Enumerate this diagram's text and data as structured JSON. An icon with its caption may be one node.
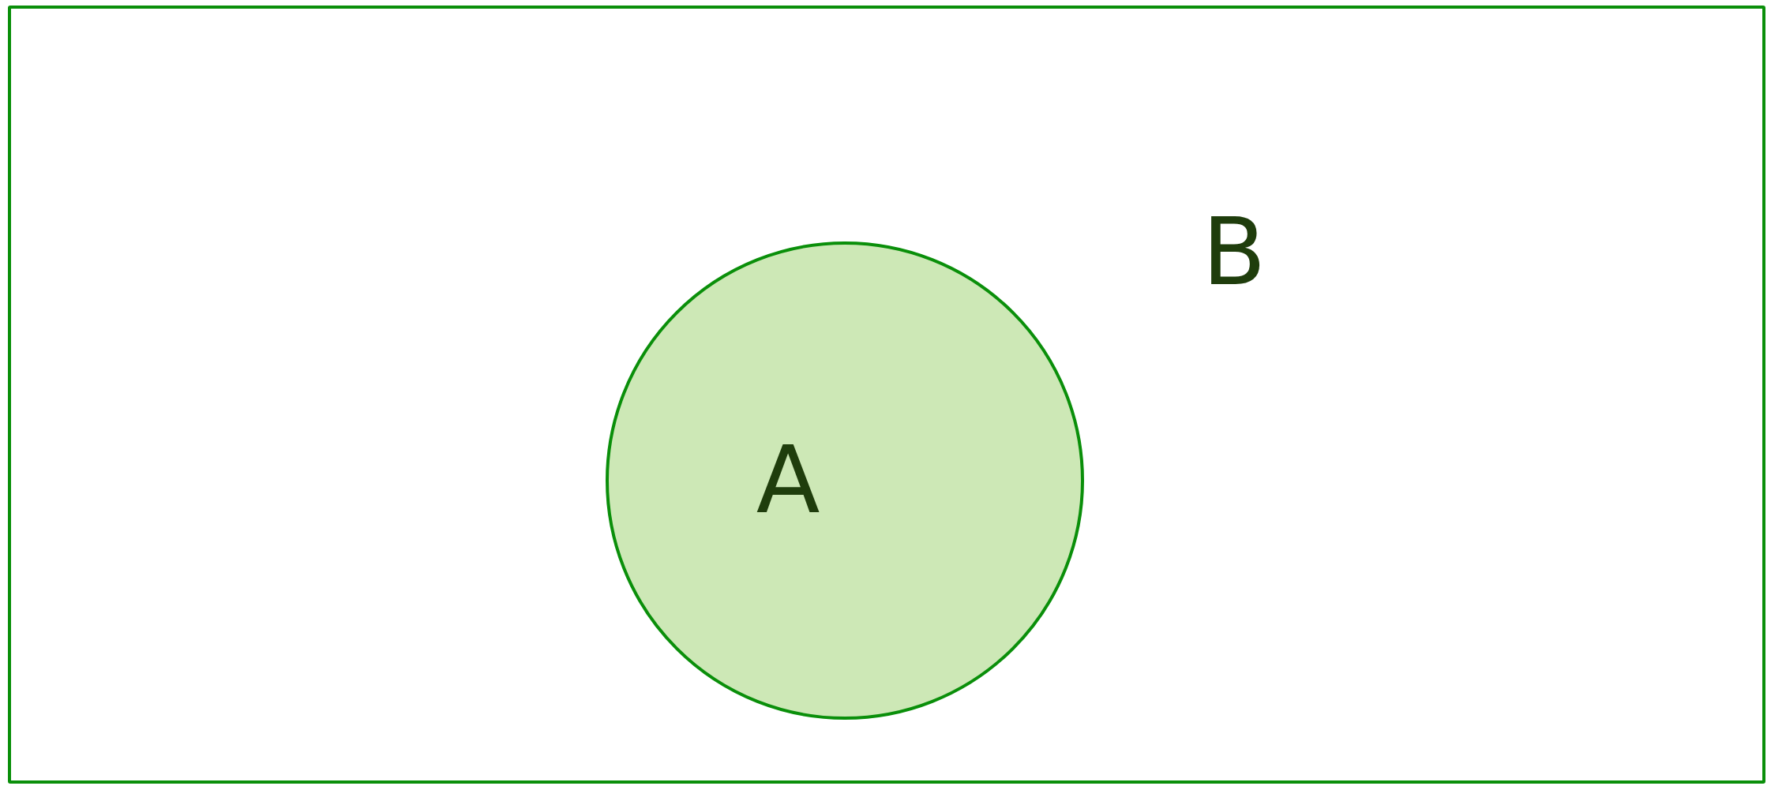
{
  "diagram": {
    "nodes": [
      {
        "text": [
          "B"
        ]
      },
      {
        "text": [
          "A"
        ],
        "in": 0
      }
    ],
    "edges": []
  }
}
